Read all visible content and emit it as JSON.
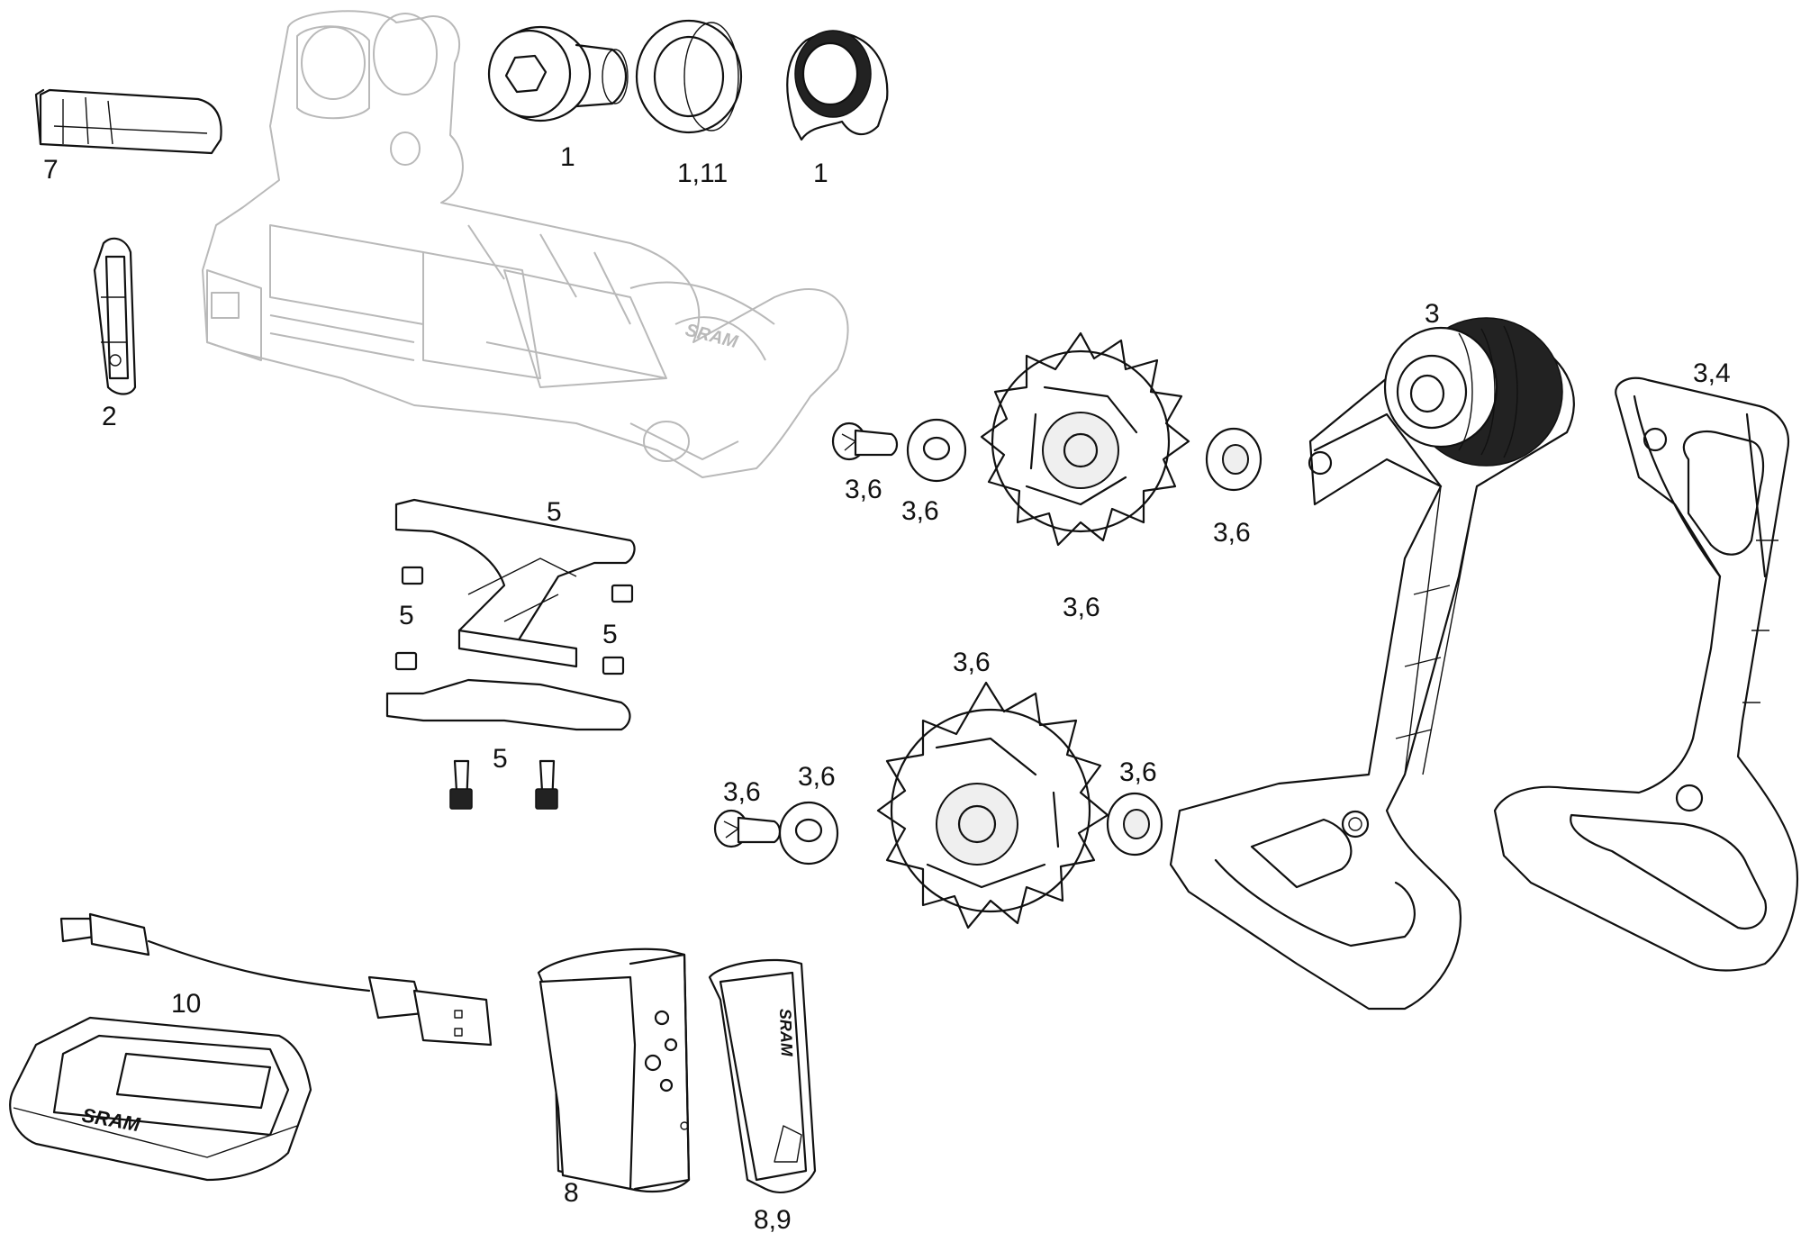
{
  "callouts": [
    {
      "id": "c-7",
      "text": "7"
    },
    {
      "id": "c-1a",
      "text": "1"
    },
    {
      "id": "c-1-11",
      "text": "1,11"
    },
    {
      "id": "c-1b",
      "text": "1"
    },
    {
      "id": "c-2",
      "text": "2"
    },
    {
      "id": "c-3",
      "text": "3"
    },
    {
      "id": "c-3-4",
      "text": "3,4"
    },
    {
      "id": "c-5-top",
      "text": "5"
    },
    {
      "id": "c-5-left",
      "text": "5"
    },
    {
      "id": "c-5-right",
      "text": "5"
    },
    {
      "id": "c-5-bottom",
      "text": "5"
    },
    {
      "id": "c-3-6-bolt-upper",
      "text": "3,6"
    },
    {
      "id": "c-3-6-washer-upper",
      "text": "3,6"
    },
    {
      "id": "c-3-6-pulley-upper",
      "text": "3,6"
    },
    {
      "id": "c-3-6-cap-upper",
      "text": "3,6"
    },
    {
      "id": "c-3-6-pulley-lower",
      "text": "3,6"
    },
    {
      "id": "c-3-6-bolt-lower",
      "text": "3,6"
    },
    {
      "id": "c-3-6-washer-lower",
      "text": "3,6"
    },
    {
      "id": "c-3-6-cap-lower",
      "text": "3,6"
    },
    {
      "id": "c-10",
      "text": "10"
    },
    {
      "id": "c-8",
      "text": "8"
    },
    {
      "id": "c-8-9",
      "text": "8,9"
    }
  ],
  "brand_marks": {
    "derailleur_logo": "SRAM",
    "charger_logo": "SRAM",
    "battery_cover_logo": "SRAM"
  }
}
